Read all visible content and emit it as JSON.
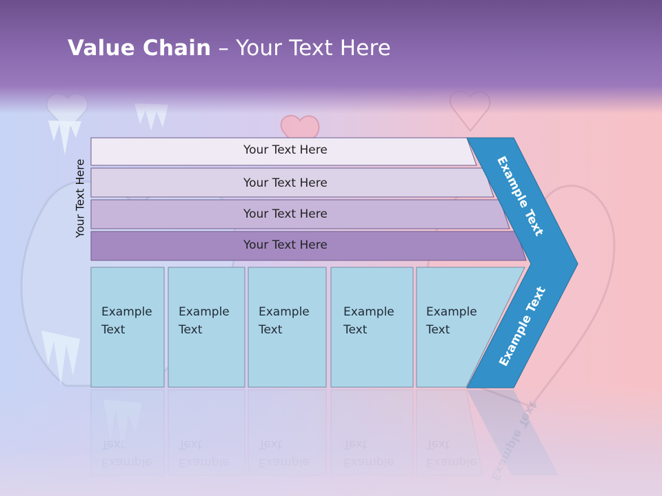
{
  "slide": {
    "title_bold": "Value Chain",
    "title_rest": " – Your Text Here"
  },
  "diagram": {
    "side_label": "Your Text Here",
    "bands": [
      {
        "label": "Your Text Here",
        "color": "#efeaf4"
      },
      {
        "label": "Your Text Here",
        "color": "#ddd3e8"
      },
      {
        "label": "Your Text Here",
        "color": "#c8b6da"
      },
      {
        "label": "Your Text Here",
        "color": "#a58ac2"
      }
    ],
    "cells": [
      {
        "line1": "Example",
        "line2": "Text"
      },
      {
        "line1": "Example",
        "line2": "Text"
      },
      {
        "line1": "Example",
        "line2": "Text"
      },
      {
        "line1": "Example",
        "line2": "Text"
      },
      {
        "line1": "Example",
        "line2": "Text"
      }
    ],
    "cell_color": "#acd5e8",
    "chevron_color": "#3390c8",
    "chevron_top_label": "Example Text",
    "chevron_bottom_label": "Example Text"
  }
}
